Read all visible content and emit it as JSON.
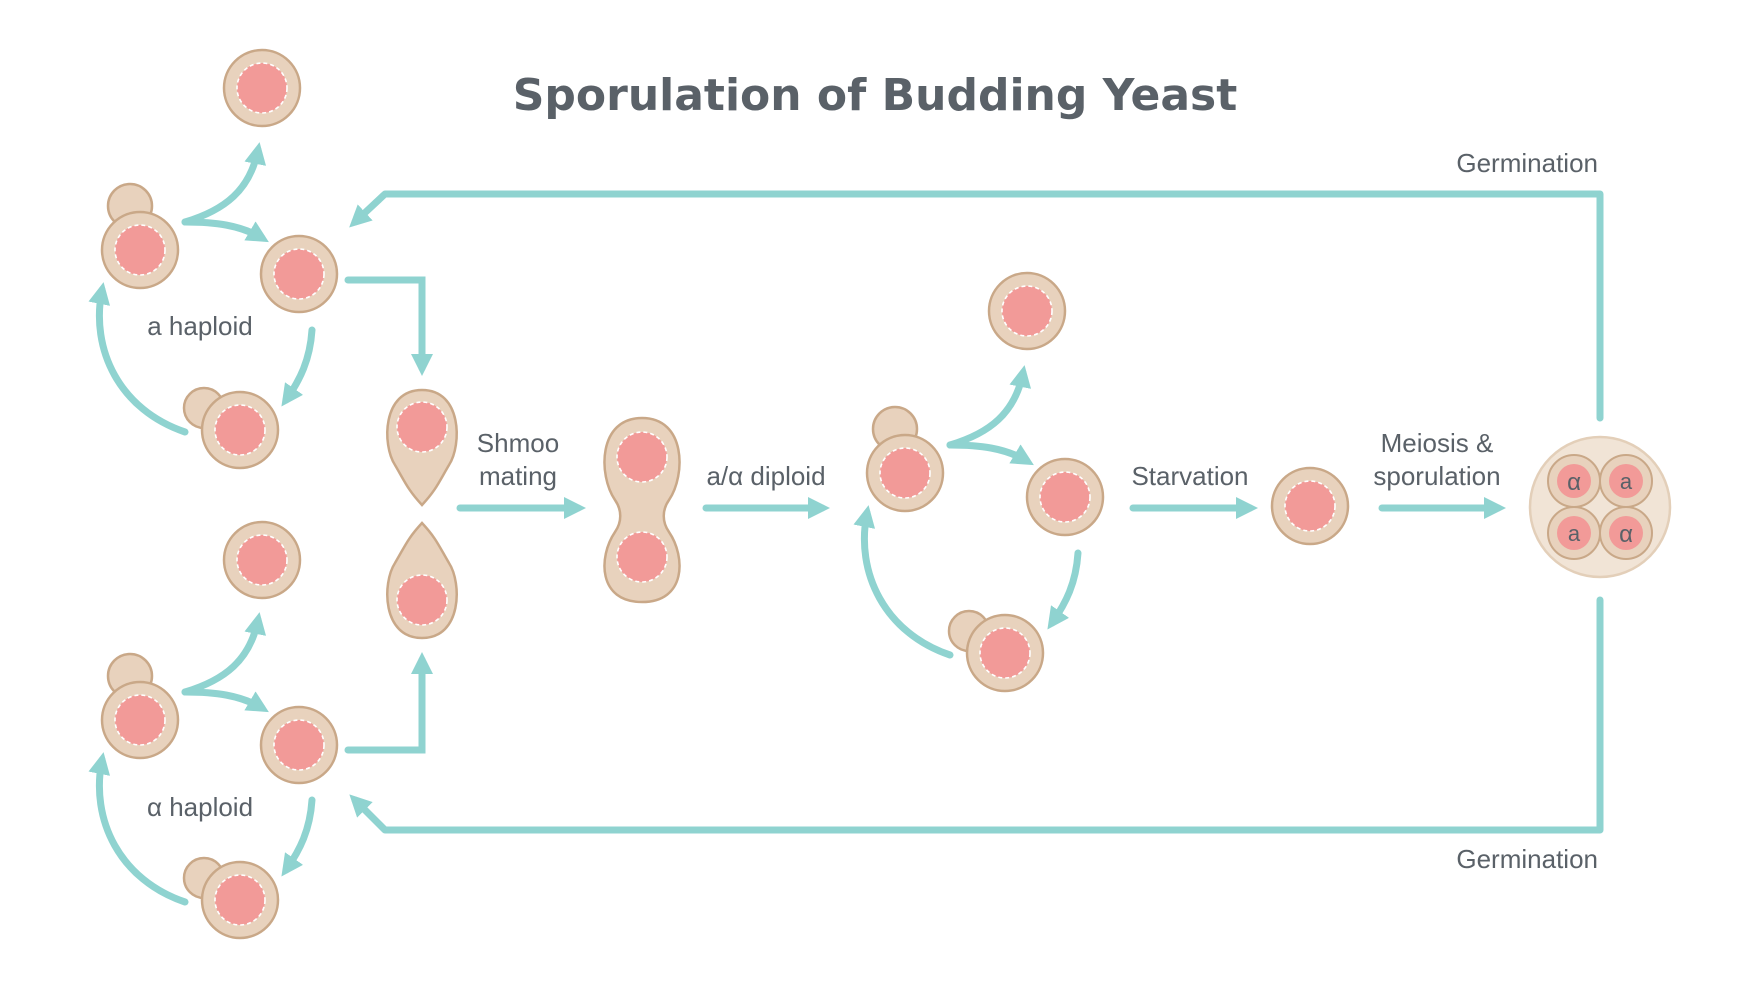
{
  "title": "Sporulation of Budding Yeast",
  "labels": {
    "a_haploid": "a haploid",
    "alpha_haploid": "α haploid",
    "shmoo_line1": "Shmoo",
    "shmoo_line2": "mating",
    "diploid": "a/α diploid",
    "starvation": "Starvation",
    "meiosis_line1": "Meiosis &",
    "meiosis_line2": "sporulation",
    "germination_top": "Germination",
    "germination_bottom": "Germination"
  },
  "spores": {
    "top_left": "α",
    "top_right": "a",
    "bottom_left": "a",
    "bottom_right": "α"
  },
  "colors": {
    "arrow": "#8fd3d0",
    "cell_fill": "#e8d2bd",
    "cell_stroke": "#c9a888",
    "nucleus": "#f29a98",
    "text": "#5a6168",
    "ascus": "#f1e4d6"
  }
}
